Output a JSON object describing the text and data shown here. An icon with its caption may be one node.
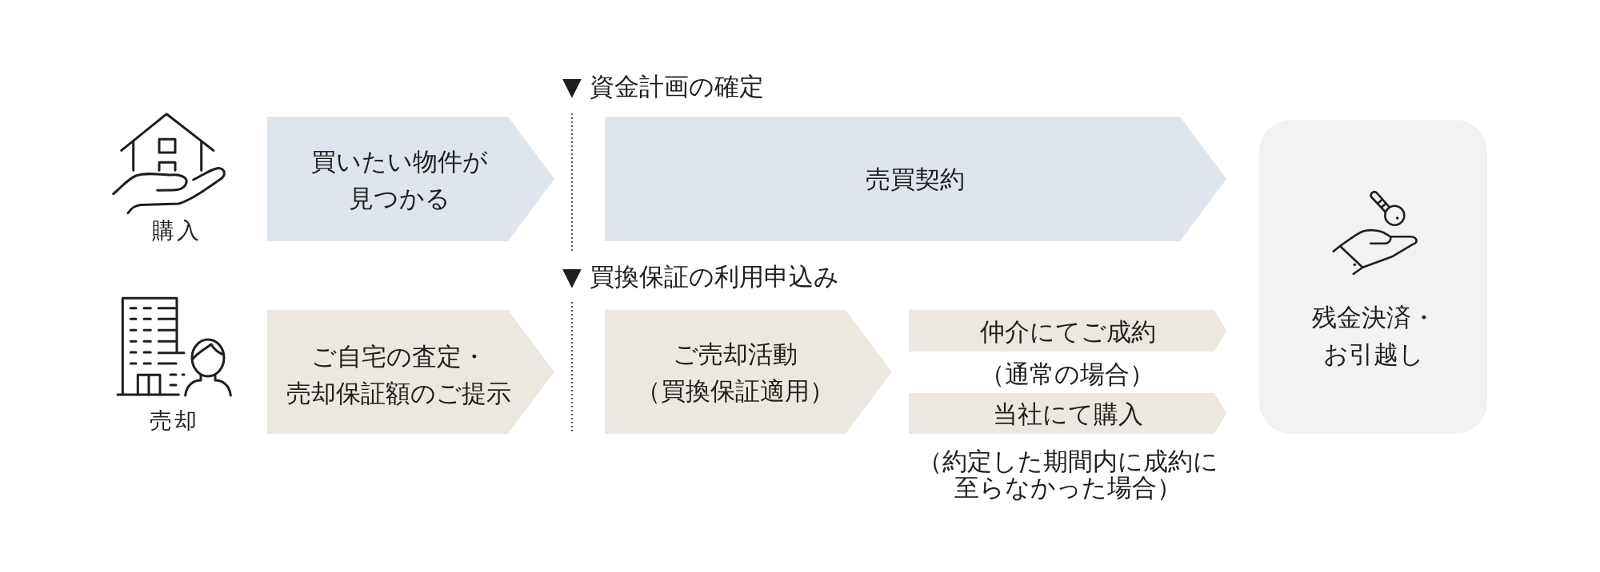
{
  "diagram": {
    "nodes": [
      {
        "text": [
          "買いたい物件が見つかる"
        ]
      },
      {
        "text": [
          "売買契約"
        ]
      },
      {
        "text": [
          "残金決済・お引越し"
        ]
      },
      {
        "text": [
          "ご自宅の査定・売却保証額のご提示"
        ]
      },
      {
        "text": [
          "ご売却活動（買換保証適用）"
        ]
      },
      {
        "text": [
          "仲介にてご成約"
        ],
        "beside": [
          "（通常の場合）"
        ]
      },
      {
        "text": [
          "当社にて購入"
        ],
        "beside": [
          "（約定した期間内に成約に至らなかった場合）"
        ]
      }
    ],
    "labels": [
      "▼ 資金計画の確定",
      "購入",
      "▼ 買換保証の利用申込み",
      "売却"
    ]
  }
}
